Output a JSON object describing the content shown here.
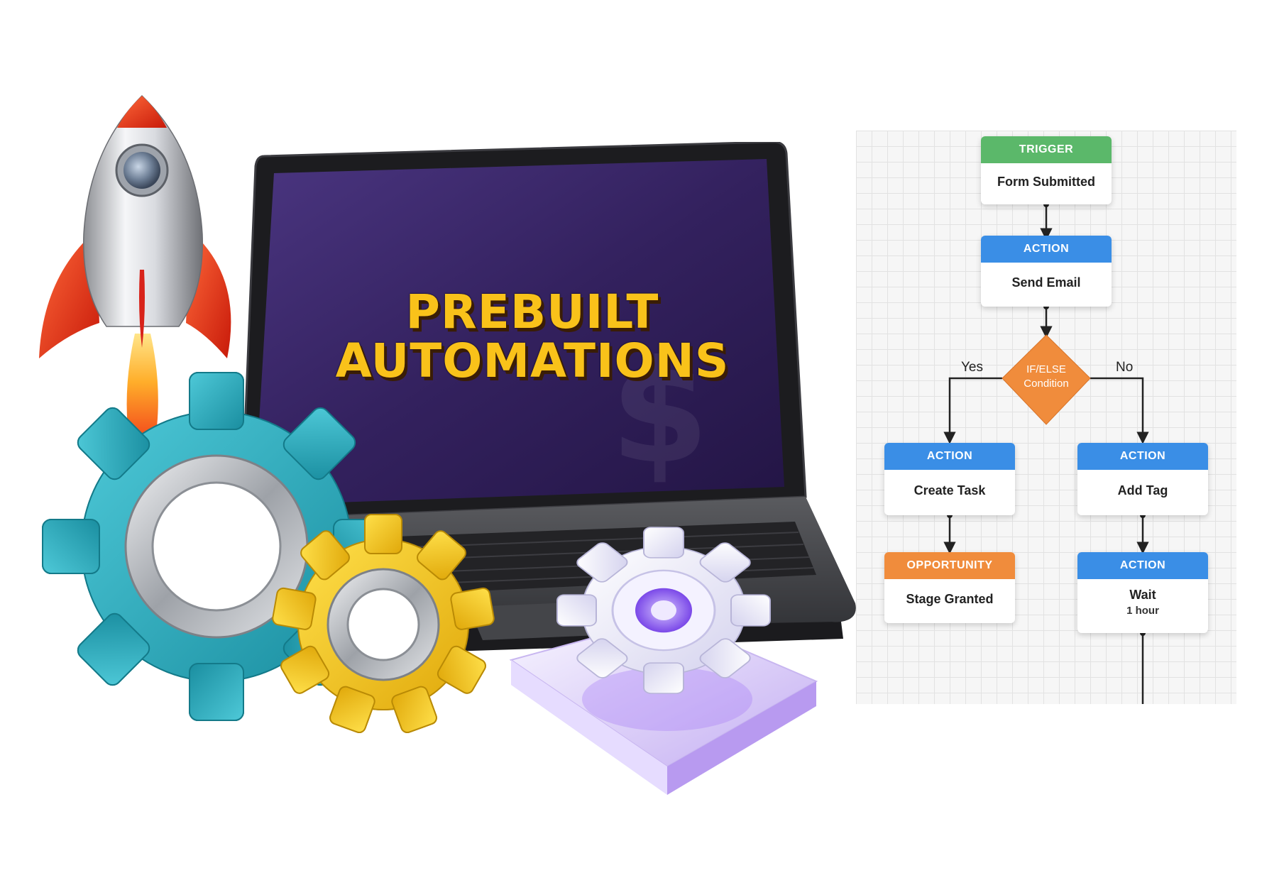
{
  "screen": {
    "line1": "PREBUILT",
    "line2": "AUTOMATIONS"
  },
  "flow": {
    "trigger": {
      "header": "TRIGGER",
      "label": "Form Submitted"
    },
    "send_email": {
      "header": "ACTION",
      "label": "Send Email"
    },
    "condition": {
      "title": "IF/ELSE",
      "subtitle": "Condition"
    },
    "yes_label": "Yes",
    "no_label": "No",
    "create_task": {
      "header": "ACTION",
      "label": "Create Task"
    },
    "add_tag": {
      "header": "ACTION",
      "label": "Add Tag"
    },
    "opportunity": {
      "header": "OPPORTUNITY",
      "label": "Stage Granted"
    },
    "wait": {
      "header": "ACTION",
      "label": "Wait",
      "detail": "1 hour"
    }
  },
  "colors": {
    "trigger": "#5bb86a",
    "action": "#3a8ee6",
    "opportunity": "#f08c3c",
    "condition": "#f08c3c",
    "screen_text": "#f9c21a",
    "screen_bg": "#3b2766"
  },
  "icons": [
    "rocket-icon",
    "teal-gear-icon",
    "yellow-gear-icon",
    "white-gear-icon",
    "laptop-icon"
  ]
}
